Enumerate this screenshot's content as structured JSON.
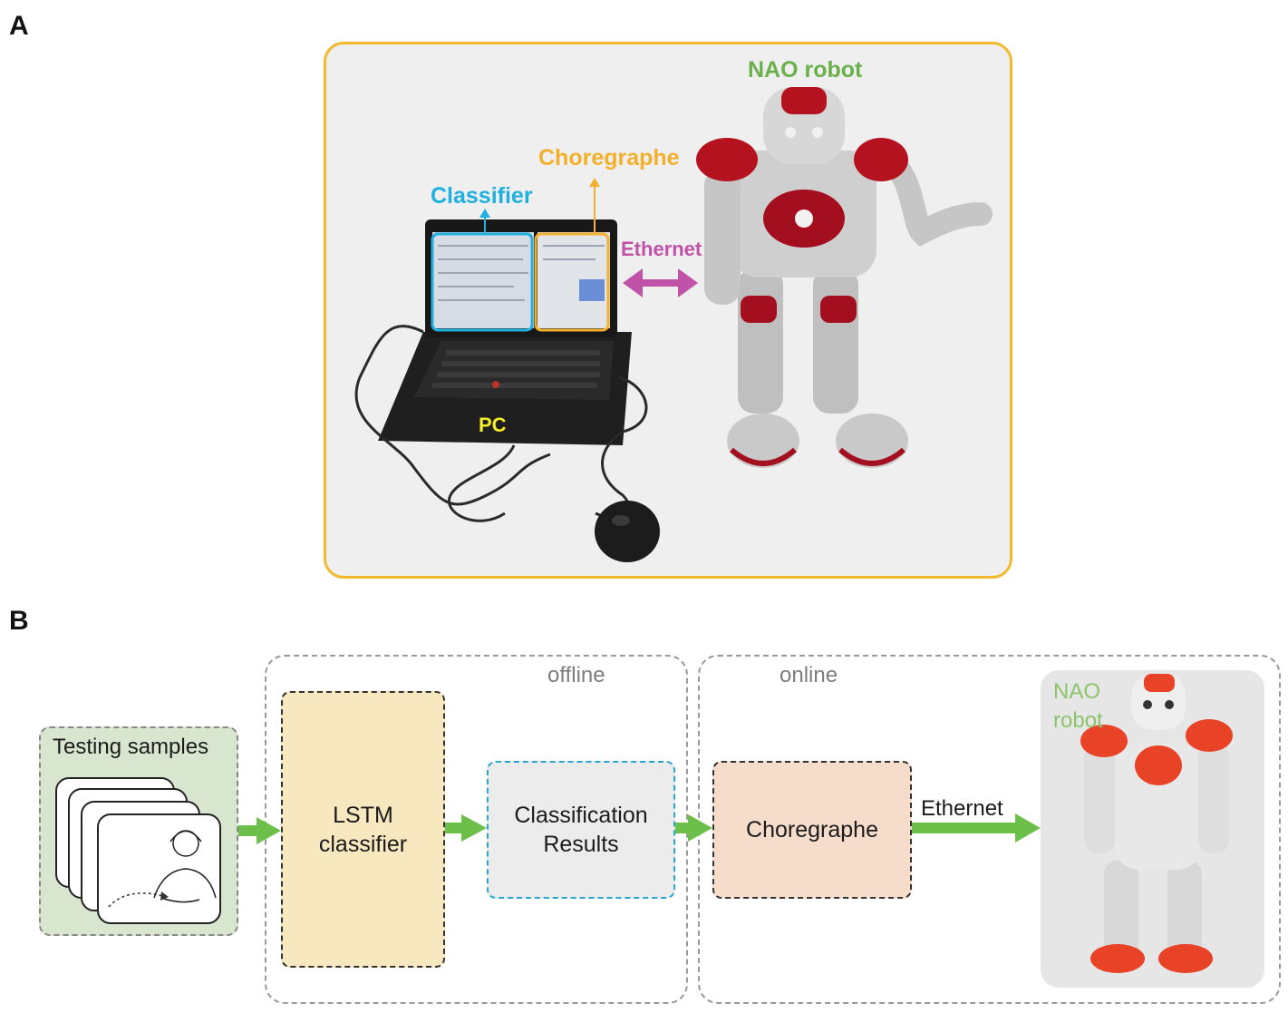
{
  "panels": {
    "a_letter": "A",
    "b_letter": "B"
  },
  "panel_a": {
    "nao_label": "NAO robot",
    "choregraphe_label": "Choregraphe",
    "classifier_label": "Classifier",
    "ethernet_label": "Ethernet",
    "pc_label": "PC",
    "frame_color": "#f2b92d",
    "nao_color": "#6ab04c",
    "choregraphe_color": "#f2b02d",
    "classifier_color": "#1fb0e0",
    "ethernet_color": "#c052a8",
    "pc_color": "#f4ec2a"
  },
  "panel_b": {
    "testing_samples": "Testing samples",
    "offline": "offline",
    "online": "online",
    "lstm_line1": "LSTM",
    "lstm_line2": "classifier",
    "results_line1": "Classification",
    "results_line2": "Results",
    "choregraphe": "Choregraphe",
    "ethernet": "Ethernet",
    "nao_line1": "NAO",
    "nao_line2": "robot",
    "arrow_color": "#6cc04a"
  }
}
